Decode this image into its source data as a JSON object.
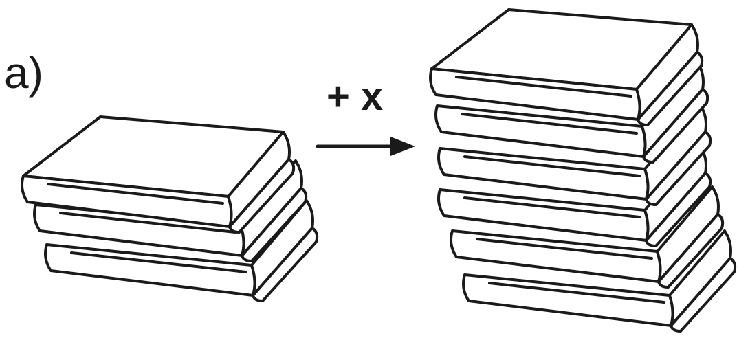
{
  "figure": {
    "part_label": "a)",
    "operation_label": "+ x"
  },
  "stacks": {
    "before": {
      "book_count": 3
    },
    "after": {
      "book_count": 6
    }
  },
  "colors": {
    "ink": "#1a1a1a",
    "paper": "#ffffff"
  }
}
